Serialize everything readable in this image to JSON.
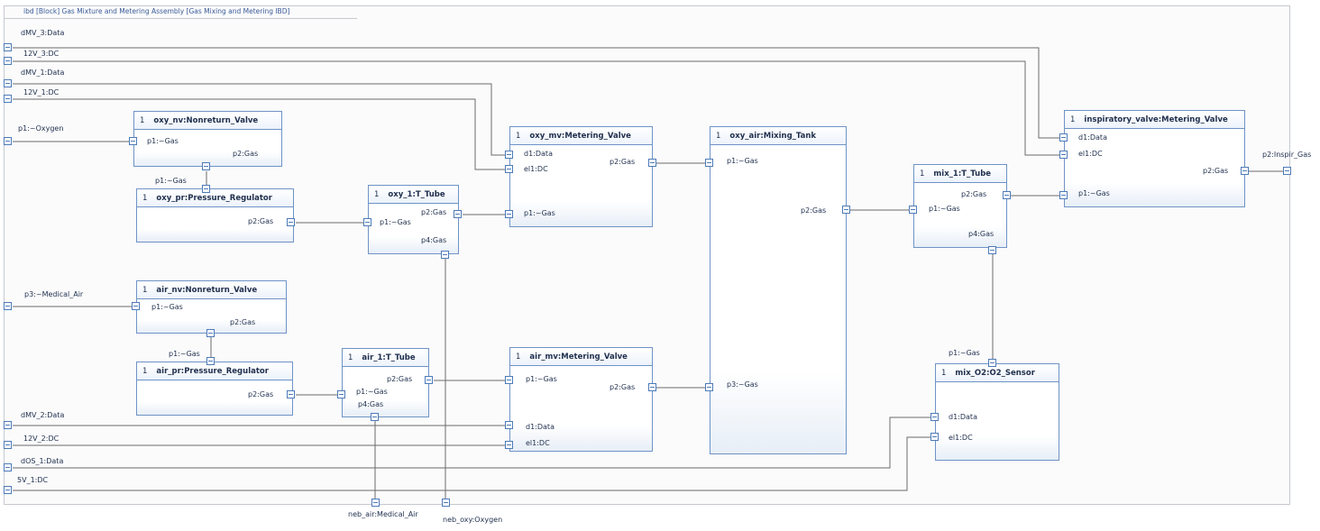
{
  "diagram": {
    "title": "ibd [Block] Gas Mixture and Metering Assembly [Gas Mixing and Metering IBD]",
    "boundary_ports": {
      "dMV_3": "dMV_3:Data",
      "v12V_3": "12V_3:DC",
      "dMV_1": "dMV_1:Data",
      "v12V_1": "12V_1:DC",
      "p1": "p1:~Oxygen",
      "p3": "p3:~Medical_Air",
      "dMV_2": "dMV_2:Data",
      "v12V_2": "12V_2:DC",
      "dOS_1": "dOS_1:Data",
      "v5V_1": "5V_1:DC",
      "p2_out": "p2:Inspir_Gas",
      "neb_air": "neb_air:Medical_Air",
      "neb_oxy": "neb_oxy:Oxygen"
    },
    "blocks": {
      "oxy_nv": {
        "mult": "1",
        "name": "oxy_nv:Nonreturn_Valve",
        "ports": [
          "p1:~Gas",
          "p2:Gas"
        ]
      },
      "oxy_pr": {
        "mult": "1",
        "name": "oxy_pr:Pressure_Regulator",
        "ports": [
          "p1:~Gas",
          "p2:Gas"
        ]
      },
      "oxy_1": {
        "mult": "1",
        "name": "oxy_1:T_Tube",
        "ports": [
          "p1:~Gas",
          "p2:Gas",
          "p4:Gas"
        ]
      },
      "oxy_mv": {
        "mult": "1",
        "name": "oxy_mv:Metering_Valve",
        "ports": [
          "d1:Data",
          "el1:DC",
          "p2:Gas",
          "p1:~Gas"
        ]
      },
      "oxy_air": {
        "mult": "1",
        "name": "oxy_air:Mixing_Tank",
        "ports": [
          "p1:~Gas",
          "p2:Gas",
          "p3:~Gas"
        ]
      },
      "mix_1": {
        "mult": "1",
        "name": "mix_1:T_Tube",
        "ports": [
          "p2:Gas",
          "p1:~Gas",
          "p4:Gas"
        ]
      },
      "insp": {
        "mult": "1",
        "name": "inspiratory_valve:Metering_Valve",
        "ports": [
          "d1:Data",
          "el1:DC",
          "p2:Gas",
          "p1:~Gas"
        ]
      },
      "air_nv": {
        "mult": "1",
        "name": "air_nv:Nonreturn_Valve",
        "ports": [
          "p1:~Gas",
          "p2:Gas"
        ]
      },
      "air_pr": {
        "mult": "1",
        "name": "air_pr:Pressure_Regulator",
        "ports": [
          "p1:~Gas",
          "p2:Gas"
        ]
      },
      "air_1": {
        "mult": "1",
        "name": "air_1:T_Tube",
        "ports": [
          "p2:Gas",
          "p1:~Gas",
          "p4:Gas"
        ]
      },
      "air_mv": {
        "mult": "1",
        "name": "air_mv:Metering_Valve",
        "ports": [
          "p1:~Gas",
          "p2:Gas",
          "d1:Data",
          "el1:DC"
        ]
      },
      "mix_o2": {
        "mult": "1",
        "name": "mix_O2:O2_Sensor",
        "ports": [
          "p1:~Gas",
          "d1:Data",
          "el1:DC"
        ]
      }
    }
  },
  "colors": {
    "line": "#6b6b6b",
    "border": "#6f93c6",
    "port": "#4d7ab8",
    "text": "#1f2f4d",
    "title": "#3b5c99"
  }
}
